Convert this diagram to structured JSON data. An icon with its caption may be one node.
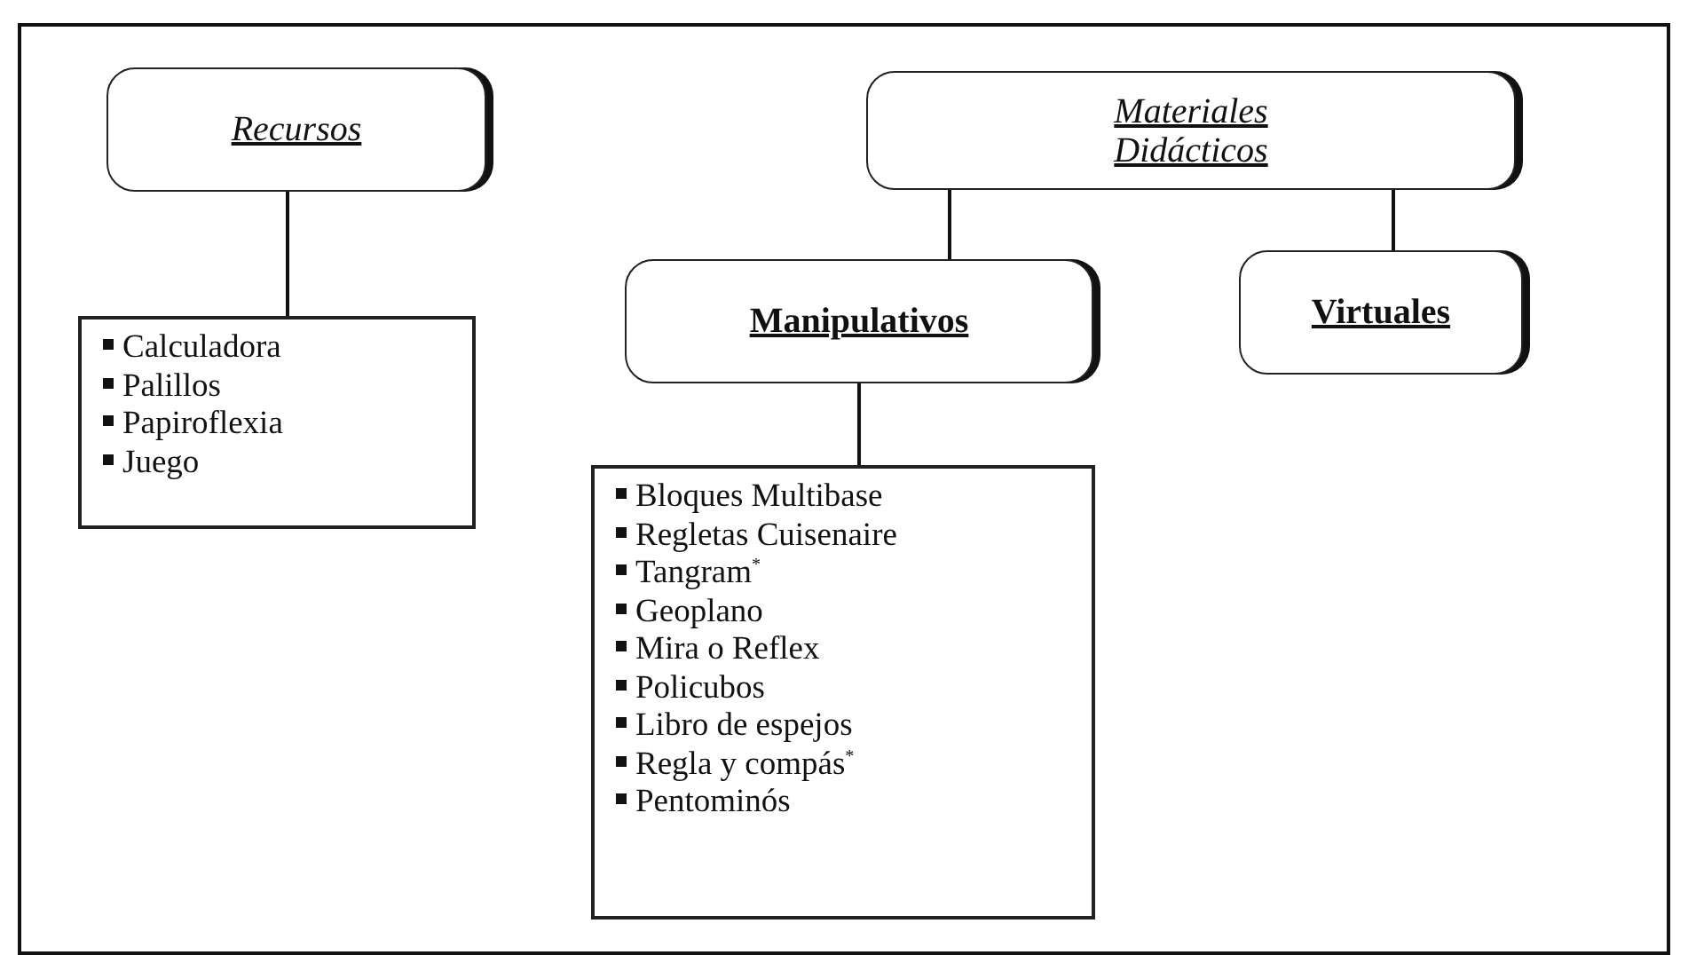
{
  "diagram": {
    "nodes": [
      {
        "text": [
          "Recursos"
        ]
      },
      {
        "text": [
          "Calculadora",
          "Palillos",
          "Papiroflexia",
          "Juego"
        ]
      },
      {
        "text": [
          "Materiales Didácticos"
        ]
      },
      {
        "text": [
          "Manipulativos"
        ]
      },
      {
        "text": [
          "Virtuales"
        ]
      },
      {
        "text": [
          "Bloques Multibase",
          "Regletas Cuisenaire",
          "Tangram$^{*}$",
          "Geoplano",
          "Mira o Reflex",
          "Policubos",
          "Libro de espejos",
          "Regla y compás$^{*}$",
          "Pentominós"
        ]
      }
    ],
    "edges": [
      {
        "from": 0,
        "to": 1,
        "arrow": "none"
      },
      {
        "from": 2,
        "to": 3,
        "arrow": "none"
      },
      {
        "from": 2,
        "to": 4,
        "arrow": "none"
      },
      {
        "from": 3,
        "to": 5,
        "arrow": "none"
      }
    ]
  }
}
